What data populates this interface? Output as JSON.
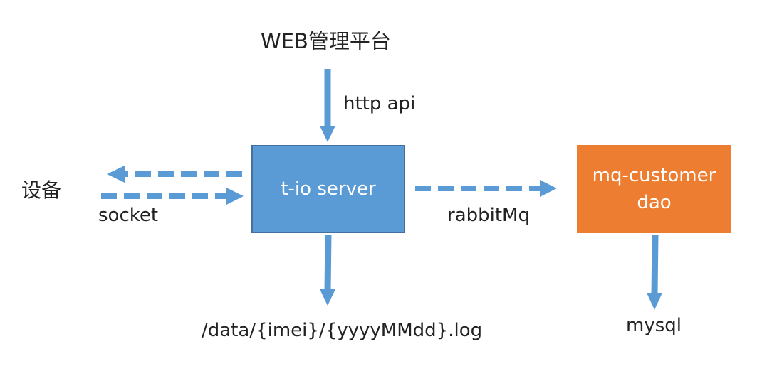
{
  "labels": {
    "web_platform": "WEB管理平台",
    "http_api": "http api",
    "device": "设备",
    "socket": "socket",
    "rabbitmq": "rabbitMq",
    "log_path": "/data/{imei}/{yyyyMMdd}.log",
    "mysql": "mysql"
  },
  "nodes": {
    "server": {
      "label": "t-io server"
    },
    "mq": {
      "line1": "mq-customer",
      "line2": "dao"
    }
  },
  "colors": {
    "arrow": "#5b9bd5",
    "server_fill": "#5b9bd5",
    "server_border": "#41719c",
    "mq_fill": "#ed7d31",
    "text": "#222222"
  }
}
